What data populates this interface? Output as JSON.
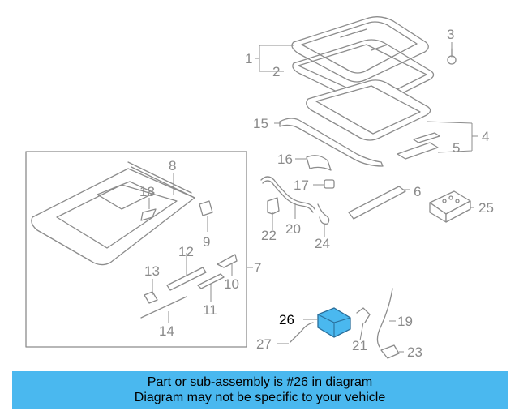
{
  "diagram": {
    "highlight_color": "#4ab8ef",
    "highlighted_part": "26",
    "callouts": [
      "1",
      "2",
      "3",
      "4",
      "5",
      "6",
      "7",
      "8",
      "9",
      "10",
      "11",
      "12",
      "13",
      "14",
      "15",
      "16",
      "17",
      "18",
      "19",
      "20",
      "21",
      "22",
      "23",
      "24",
      "25",
      "26",
      "27"
    ]
  },
  "banner": {
    "line1": "Part or sub-assembly is #26 in diagram",
    "line2": "Diagram may not be specific to your vehicle",
    "background": "#4ab8ef"
  }
}
